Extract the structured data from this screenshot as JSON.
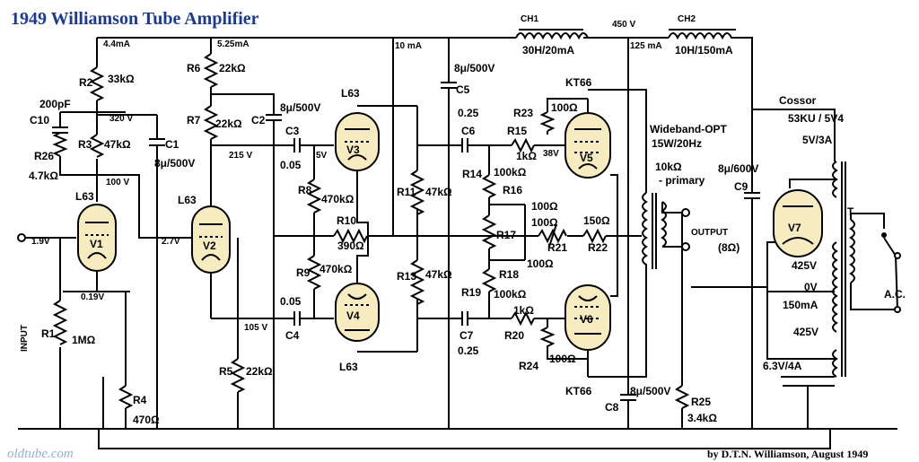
{
  "title": "1949  Williamson Tube Amplifier",
  "credit": "by D.T.N. Williamson, August 1949",
  "watermark": "oldtube.com",
  "tubes": [
    {
      "ref": "V1",
      "type": "L63"
    },
    {
      "ref": "V2",
      "type": "L63"
    },
    {
      "ref": "V3",
      "type": "L63"
    },
    {
      "ref": "V4",
      "type": "L63"
    },
    {
      "ref": "V5",
      "type": "KT66"
    },
    {
      "ref": "V6",
      "type": "KT66"
    },
    {
      "ref": "V7",
      "type": "Cossor",
      "type2": "53KU / 5V4"
    }
  ],
  "resistors": {
    "R1": {
      "ref": "R1",
      "value": "1MΩ"
    },
    "R2": {
      "ref": "R2",
      "value": "33kΩ"
    },
    "R3": {
      "ref": "R3",
      "value": "47kΩ"
    },
    "R4": {
      "ref": "R4",
      "value": "470Ω"
    },
    "R5": {
      "ref": "R5",
      "value": "22kΩ"
    },
    "R6": {
      "ref": "R6",
      "value": "22kΩ"
    },
    "R7": {
      "ref": "R7",
      "value": "22kΩ"
    },
    "R8": {
      "ref": "R8",
      "value": "470kΩ"
    },
    "R9": {
      "ref": "R9",
      "value": "470kΩ"
    },
    "R10": {
      "ref": "R10",
      "value": "390Ω"
    },
    "R11": {
      "ref": "R11",
      "value": "47kΩ"
    },
    "R13": {
      "ref": "R13",
      "value": "47kΩ"
    },
    "R14": {
      "ref": "R14",
      "value": "100kΩ"
    },
    "R15": {
      "ref": "R15",
      "value": "1kΩ"
    },
    "R16": {
      "ref": "R16",
      "value": "100Ω"
    },
    "R17": {
      "ref": "R17",
      "value": ""
    },
    "R18": {
      "ref": "R18",
      "value": "100Ω"
    },
    "R19": {
      "ref": "R19",
      "value": "100kΩ"
    },
    "R20": {
      "ref": "R20",
      "value": "1kΩ"
    },
    "R21": {
      "ref": "R21",
      "value": "100Ω"
    },
    "R22": {
      "ref": "R22",
      "value": "150Ω"
    },
    "R23": {
      "ref": "R23",
      "value": "100Ω"
    },
    "R24": {
      "ref": "R24",
      "value": "100Ω"
    },
    "R25": {
      "ref": "R25",
      "value": "3.4kΩ"
    },
    "R26": {
      "ref": "R26",
      "value": "4.7kΩ"
    }
  },
  "capacitors": {
    "C1": {
      "ref": "C1",
      "value": "8μ/500V"
    },
    "C2": {
      "ref": "C2",
      "value": "8μ/500V"
    },
    "C3": {
      "ref": "C3",
      "value": "0.05"
    },
    "C4": {
      "ref": "C4",
      "value": "0.05"
    },
    "C5": {
      "ref": "C5",
      "value": "8μ/500V"
    },
    "C6": {
      "ref": "C6",
      "value": "0.25"
    },
    "C7": {
      "ref": "C7",
      "value": "0.25"
    },
    "C8": {
      "ref": "C8",
      "value": "8μ/500V"
    },
    "C9": {
      "ref": "C9",
      "value": "8μ/600V"
    },
    "C10": {
      "ref": "C10",
      "value": "200pF"
    }
  },
  "chokes": {
    "CH1": {
      "ref": "CH1",
      "value": "30H/20mA"
    },
    "CH2": {
      "ref": "CH2",
      "value": "10H/150mA"
    }
  },
  "voltages": {
    "v_320": "320 V",
    "v_215": "215 V",
    "v_100": "100 V",
    "v_105": "105 V",
    "v_450": "450 V",
    "v_1_9": "1.9V",
    "v_2_7": "2.7V",
    "v_0_19": "0.19V",
    "v_5": "5V",
    "v_38": "38V"
  },
  "currents": {
    "i_4_4": "4.4mA",
    "i_5_25": "5.25mA",
    "i_10": "10 mA",
    "i_125": "125 mA"
  },
  "transformer": {
    "opt_line1": "Wideband-OPT",
    "opt_line2": "15W/20Hz",
    "opt_line3": "10kΩ",
    "opt_line4": "- primary",
    "power_ref": "T",
    "sec_425a": "425V",
    "sec_0v": "0V",
    "sec_150": "150mA",
    "sec_425b": "425V",
    "sec_heater": "6.3V/4A",
    "rect_heater": "5V/3A"
  },
  "labels": {
    "input": "INPUT",
    "output": "OUTPUT",
    "output_z": "(8Ω)",
    "mains": "A.C."
  }
}
